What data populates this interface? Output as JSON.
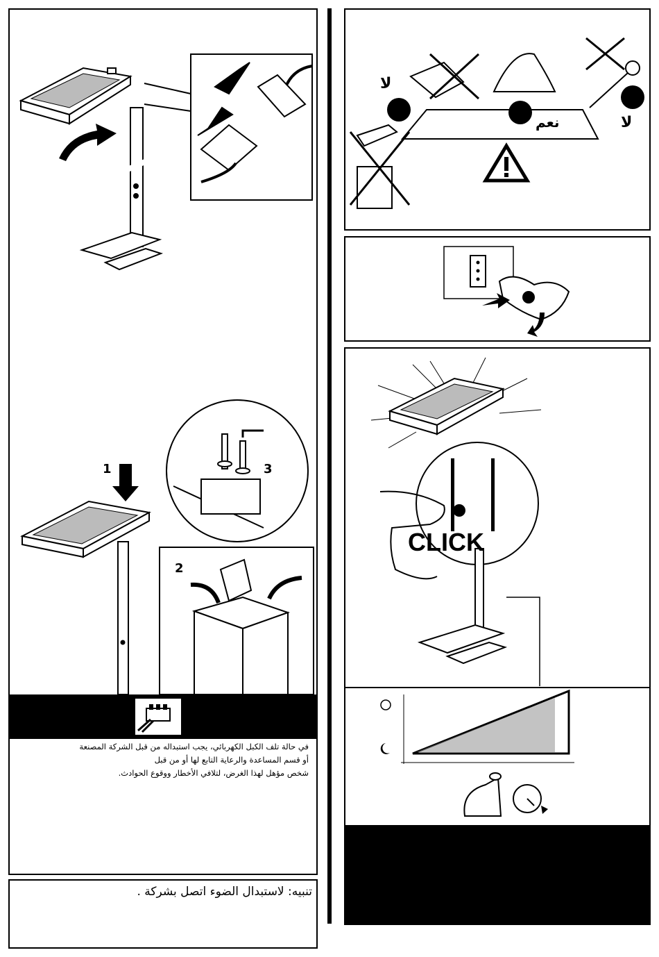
{
  "panels": {
    "cleaning": {
      "no_label_left": "لا",
      "no_label_right": "لا",
      "yes_label": "نعم"
    },
    "assembly": {
      "step1": "1",
      "step2": "2",
      "step3": "3"
    },
    "switch": {
      "click_label": "CLICK"
    }
  },
  "cable_warning": {
    "text_lines": [
      "في حالة تلف الكبل الكهربائي، يجب استبداله من قبل الشركة المصنعة",
      "أو قسم المساعدة والرعاية التابع لها أو من قبل",
      "شخص مؤهل لهذا الغرض، لتلافي الأخطار ووقوع الحوادث."
    ]
  },
  "bulb_notice": {
    "text": "تنبيه: لاستبدال الضوء     اتصل بشركة          ."
  },
  "icons": [
    "warning-triangle-icon",
    "connector-icon",
    "sun-icon",
    "moon-icon",
    "dimmer-knob-icon"
  ]
}
